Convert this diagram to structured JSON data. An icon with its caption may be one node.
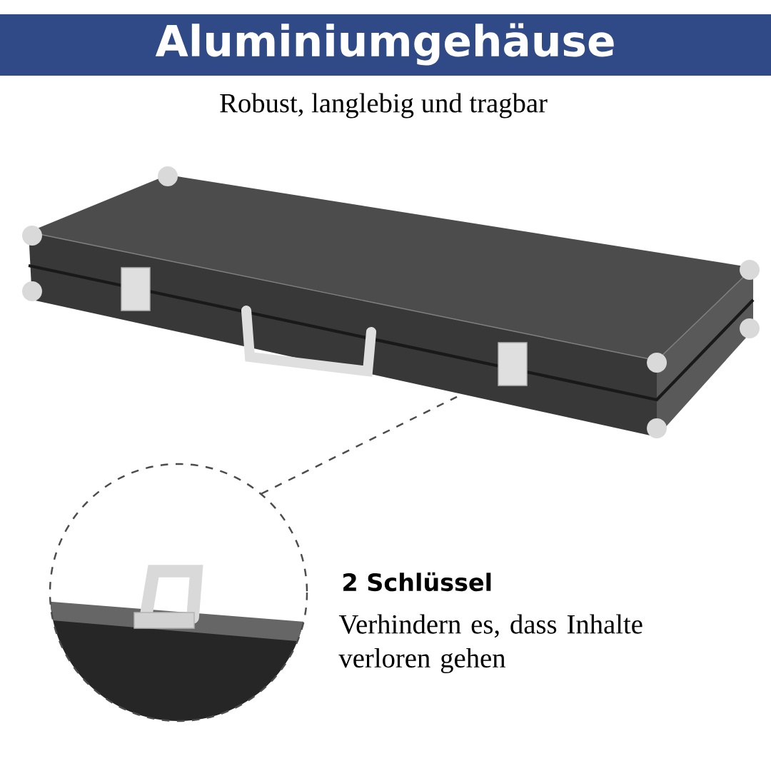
{
  "diagram": {
    "title": "Aluminiumgehäuse",
    "nodes": [
      {
        "text": [],
        "shape": "picture"
      },
      {
        "text": [],
        "shape": "circle"
      }
    ],
    "edges": [
      {
        "from": 1,
        "to": 0,
        "arrow": "none",
        "style": "dashed"
      }
    ],
    "labels": [
      "Robust, langlebig und tragbar",
      "2 Schlüssel",
      "Verhindern es, dass Inhalte verloren gehen"
    ]
  }
}
